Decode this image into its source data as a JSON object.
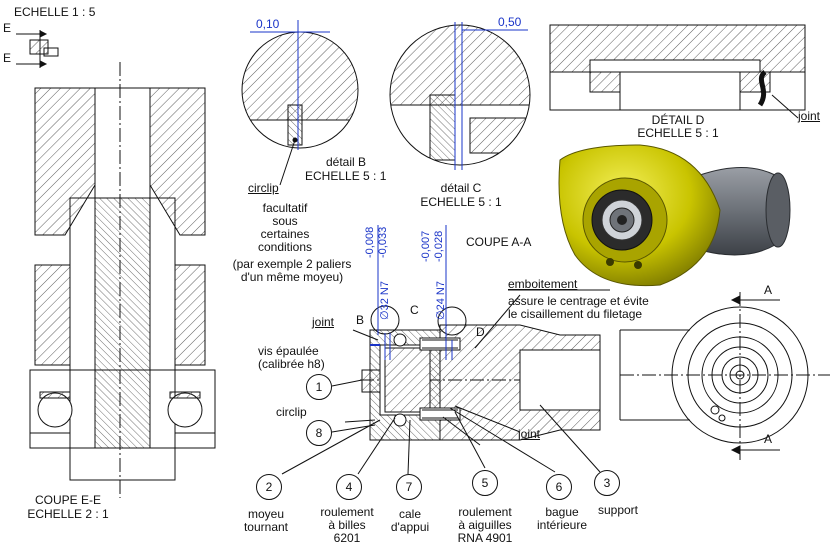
{
  "title_scale": "ECHELLE 1 : 5",
  "section_marker": "E",
  "coupe_ee": {
    "title": "COUPE E-E",
    "scale": "ECHELLE 2 : 1"
  },
  "detail_b": {
    "tolerance": "0,10",
    "title": "détail B",
    "scale": "ECHELLE 5 : 1"
  },
  "detail_c": {
    "tolerance": "0,50",
    "title": "détail C",
    "scale": "ECHELLE 5 : 1"
  },
  "detail_d": {
    "title": "DÉTAIL D",
    "scale": "ECHELLE 5 : 1",
    "joint": "joint"
  },
  "circlip_note": {
    "label": "circlip",
    "lines": [
      "facultatif",
      "sous",
      "certaines",
      "conditions"
    ],
    "example": [
      "(par exemple 2 paliers",
      "d'un même moyeu)"
    ]
  },
  "coupe_aa": {
    "title": "COUPE A-A",
    "marker": "A"
  },
  "fits": {
    "d32": {
      "text": "∅32 N7",
      "upper": "-0,008",
      "lower": "-0,033"
    },
    "d24": {
      "text": "∅24 N7",
      "upper": "-0,007",
      "lower": "-0,028"
    }
  },
  "detail_letters": {
    "b": "B",
    "c": "C",
    "d": "D"
  },
  "annotations": {
    "joint_top": "joint",
    "vis": [
      "vis épaulée",
      "(calibrée h8)"
    ],
    "circlip": "circlip",
    "emboitement": "emboitement",
    "emboitement_desc": [
      "assure le centrage et évite",
      "le cisaillement du filetage"
    ],
    "joint_bottom": "joint"
  },
  "balloons": [
    {
      "num": "1"
    },
    {
      "num": "8"
    },
    {
      "num": "2"
    },
    {
      "num": "4"
    },
    {
      "num": "7"
    },
    {
      "num": "5"
    },
    {
      "num": "6"
    },
    {
      "num": "3"
    }
  ],
  "parts": [
    {
      "name": [
        "moyeu",
        "tournant"
      ]
    },
    {
      "name": [
        "roulement",
        "à billes",
        "6201"
      ]
    },
    {
      "name": [
        "cale",
        "d'appui"
      ]
    },
    {
      "name": [
        "roulement",
        "à aiguilles",
        "RNA 4901"
      ]
    },
    {
      "name": [
        "bague",
        "intérieure"
      ]
    },
    {
      "name": [
        "support"
      ]
    }
  ],
  "colors": {
    "accent": "#1a34c8",
    "housing_3d": "#c8c400",
    "shaft_3d": "#6e7278",
    "line": "#111111"
  }
}
